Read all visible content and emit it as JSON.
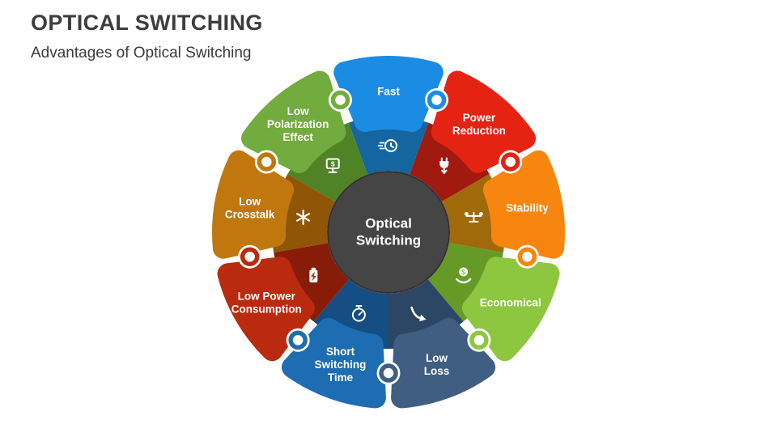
{
  "slide": {
    "title": "OPTICAL SWITCHING",
    "subtitle": "Advantages of Optical Switching"
  },
  "diagram": {
    "center": {
      "label": "Optical Switching",
      "label_lines": [
        "Optical",
        "Switching"
      ],
      "color": "#454545",
      "text_color": "#ffffff"
    },
    "segments": [
      {
        "label": "Fast",
        "lines": [
          "Fast"
        ],
        "color": "#1b8ce4",
        "inner_color": "#1566a0",
        "icon": "speed-clock-icon"
      },
      {
        "label": "Power Reduction",
        "lines": [
          "Power",
          "Reduction"
        ],
        "color": "#e42313",
        "inner_color": "#a01a0f",
        "icon": "power-plug-icon"
      },
      {
        "label": "Stability",
        "lines": [
          "Stability"
        ],
        "color": "#f6860f",
        "inner_color": "#a06a0a",
        "icon": "balance-icon"
      },
      {
        "label": "Economical",
        "lines": [
          "Economical"
        ],
        "color": "#8dc63f",
        "inner_color": "#659a27",
        "icon": "money-hand-icon"
      },
      {
        "label": "Low Loss",
        "lines": [
          "Low",
          "Loss"
        ],
        "color": "#3f5e82",
        "inner_color": "#2c4763",
        "icon": "loss-arrow-icon"
      },
      {
        "label": "Short Switching Time",
        "lines": [
          "Short",
          "Switching",
          "Time"
        ],
        "color": "#1e6cb2",
        "inner_color": "#154e82",
        "icon": "stopwatch-icon"
      },
      {
        "label": "Low Power Consumption",
        "lines": [
          "Low Power",
          "Consumption"
        ],
        "color": "#b92a0e",
        "inner_color": "#871d08",
        "icon": "battery-icon"
      },
      {
        "label": "Low Crosstalk",
        "lines": [
          "Low",
          "Crosstalk"
        ],
        "color": "#c0770e",
        "inner_color": "#8f5607",
        "icon": "snowflake-icon"
      },
      {
        "label": "Low Polarization Effect",
        "lines": [
          "Low",
          "Polarization",
          "Effect"
        ],
        "color": "#72ab3e",
        "inner_color": "#4f8326",
        "icon": "polarization-icon"
      }
    ]
  }
}
